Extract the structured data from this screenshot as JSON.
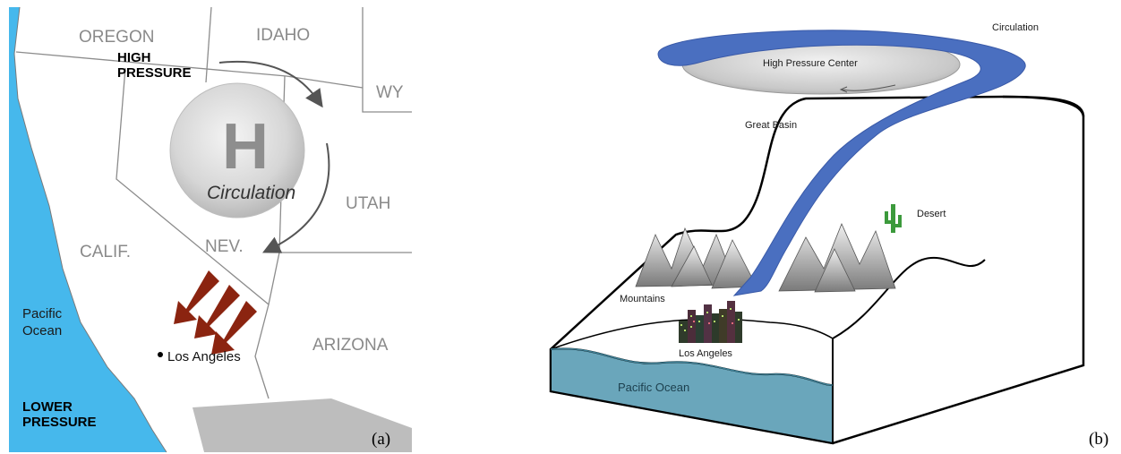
{
  "panel_a": {
    "states": [
      "OREGON",
      "IDAHO",
      "WY",
      "UTAH",
      "NEV.",
      "CALIF.",
      "ARIZONA"
    ],
    "high_pressure": [
      "HIGH",
      "PRESSURE"
    ],
    "h_letter": "H",
    "circulation": "Circulation",
    "ocean": [
      "Pacific",
      "Ocean"
    ],
    "city": "Los Angeles",
    "lower_pressure": [
      "LOWER",
      "PRESSURE"
    ],
    "tag": "(a)"
  },
  "panel_b": {
    "circulation": "Circulation",
    "high_pressure_center": "High Pressure Center",
    "great_basin": "Great Basin",
    "desert": "Desert",
    "mountains": "Mountains",
    "city": "Los Angeles",
    "ocean": "Pacific Ocean",
    "tag": "(b)"
  },
  "colors": {
    "ocean": "#46b8ec",
    "land": "#ffffff",
    "border": "#8c8c8c",
    "offshore_arrow": "#8b2410",
    "circulation_band": "#4a6fc0",
    "sea_block": "#6aa6bb"
  }
}
